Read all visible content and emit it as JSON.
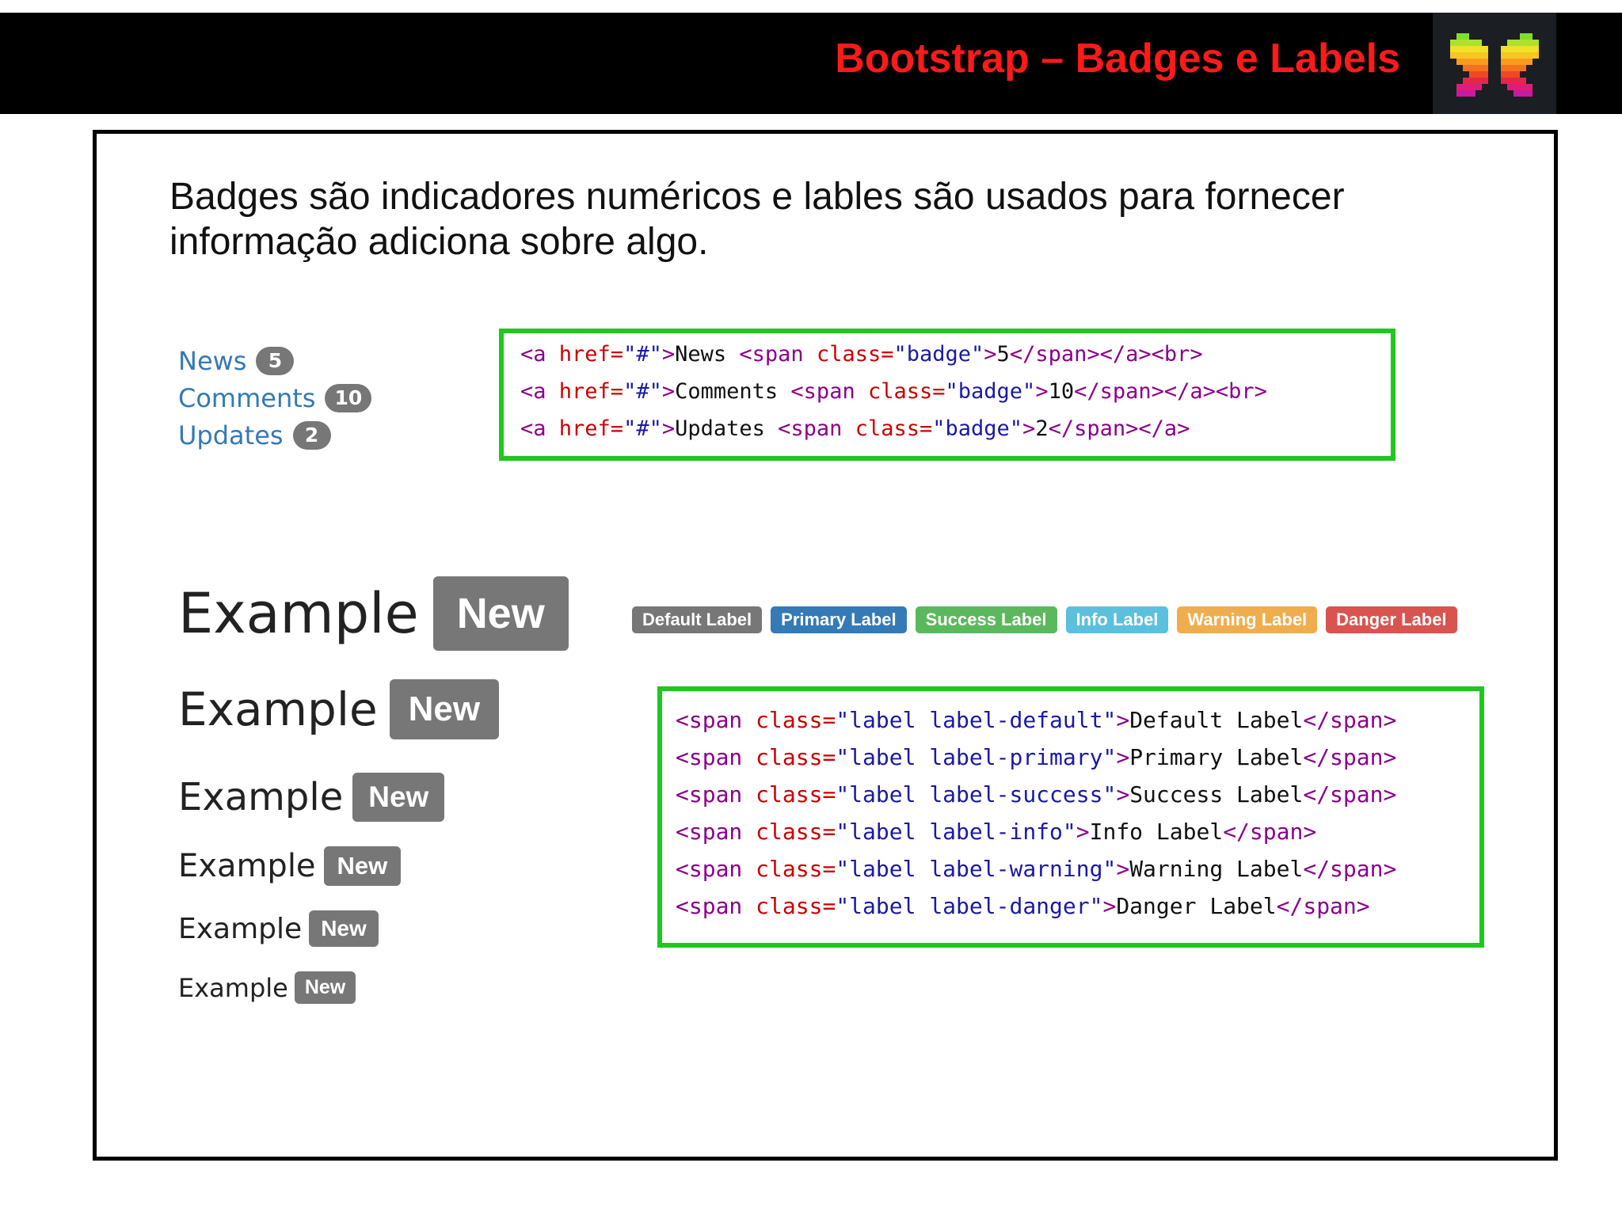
{
  "header": {
    "title": "Bootstrap – Badges e Labels",
    "logo_icon": "butterfly-logo-icon"
  },
  "intro": {
    "line1": "Badges são indicadores numéricos e lables são usados para fornecer",
    "line2": "informação adiciona sobre algo."
  },
  "badges_demo": [
    {
      "label": "News",
      "count": "5"
    },
    {
      "label": "Comments",
      "count": "10"
    },
    {
      "label": "Updates",
      "count": "2"
    }
  ],
  "badge_code": {
    "lines": [
      [
        {
          "t": "tag",
          "v": "<a "
        },
        {
          "t": "attr",
          "v": "href="
        },
        {
          "t": "val",
          "v": "\"#\""
        },
        {
          "t": "tag",
          "v": ">"
        },
        {
          "t": "text",
          "v": "News "
        },
        {
          "t": "tag",
          "v": "<span "
        },
        {
          "t": "attr",
          "v": "class="
        },
        {
          "t": "val",
          "v": "\"badge\""
        },
        {
          "t": "tag",
          "v": ">"
        },
        {
          "t": "text",
          "v": "5"
        },
        {
          "t": "tag",
          "v": "</span></a><br>"
        }
      ],
      [
        {
          "t": "tag",
          "v": "<a "
        },
        {
          "t": "attr",
          "v": "href="
        },
        {
          "t": "val",
          "v": "\"#\""
        },
        {
          "t": "tag",
          "v": ">"
        },
        {
          "t": "text",
          "v": "Comments "
        },
        {
          "t": "tag",
          "v": "<span "
        },
        {
          "t": "attr",
          "v": "class="
        },
        {
          "t": "val",
          "v": "\"badge\""
        },
        {
          "t": "tag",
          "v": ">"
        },
        {
          "t": "text",
          "v": "10"
        },
        {
          "t": "tag",
          "v": "</span></a><br>"
        }
      ],
      [
        {
          "t": "tag",
          "v": "<a "
        },
        {
          "t": "attr",
          "v": "href="
        },
        {
          "t": "val",
          "v": "\"#\""
        },
        {
          "t": "tag",
          "v": ">"
        },
        {
          "t": "text",
          "v": "Updates "
        },
        {
          "t": "tag",
          "v": "<span "
        },
        {
          "t": "attr",
          "v": "class="
        },
        {
          "t": "val",
          "v": "\"badge\""
        },
        {
          "t": "tag",
          "v": ">"
        },
        {
          "t": "text",
          "v": "2"
        },
        {
          "t": "tag",
          "v": "</span></a>"
        }
      ]
    ]
  },
  "heading_examples": [
    {
      "word": "Example",
      "label": "New"
    },
    {
      "word": "Example",
      "label": "New"
    },
    {
      "word": "Example",
      "label": "New"
    },
    {
      "word": "Example",
      "label": "New"
    },
    {
      "word": "Example",
      "label": "New"
    },
    {
      "word": "Example",
      "label": "New"
    }
  ],
  "label_strip": [
    {
      "text": "Default Label",
      "color": "#777777"
    },
    {
      "text": "Primary Label",
      "color": "#337ab7"
    },
    {
      "text": "Success Label",
      "color": "#5cb85c"
    },
    {
      "text": "Info Label",
      "color": "#5bc0de"
    },
    {
      "text": "Warning Label",
      "color": "#f0ad4e"
    },
    {
      "text": "Danger Label",
      "color": "#d9534f"
    }
  ],
  "label_code": {
    "lines": [
      [
        {
          "t": "tag",
          "v": "<span "
        },
        {
          "t": "attr",
          "v": "class="
        },
        {
          "t": "val",
          "v": "\"label label-default\""
        },
        {
          "t": "tag",
          "v": ">"
        },
        {
          "t": "text",
          "v": "Default Label"
        },
        {
          "t": "tag",
          "v": "</span>"
        }
      ],
      [
        {
          "t": "tag",
          "v": "<span "
        },
        {
          "t": "attr",
          "v": "class="
        },
        {
          "t": "val",
          "v": "\"label label-primary\""
        },
        {
          "t": "tag",
          "v": ">"
        },
        {
          "t": "text",
          "v": "Primary Label"
        },
        {
          "t": "tag",
          "v": "</span>"
        }
      ],
      [
        {
          "t": "tag",
          "v": "<span "
        },
        {
          "t": "attr",
          "v": "class="
        },
        {
          "t": "val",
          "v": "\"label label-success\""
        },
        {
          "t": "tag",
          "v": ">"
        },
        {
          "t": "text",
          "v": "Success Label"
        },
        {
          "t": "tag",
          "v": "</span>"
        }
      ],
      [
        {
          "t": "tag",
          "v": "<span "
        },
        {
          "t": "attr",
          "v": "class="
        },
        {
          "t": "val",
          "v": "\"label label-info\""
        },
        {
          "t": "tag",
          "v": ">"
        },
        {
          "t": "text",
          "v": "Info Label"
        },
        {
          "t": "tag",
          "v": "</span>"
        }
      ],
      [
        {
          "t": "tag",
          "v": "<span "
        },
        {
          "t": "attr",
          "v": "class="
        },
        {
          "t": "val",
          "v": "\"label label-warning\""
        },
        {
          "t": "tag",
          "v": ">"
        },
        {
          "t": "text",
          "v": "Warning Label"
        },
        {
          "t": "tag",
          "v": "</span>"
        }
      ],
      [
        {
          "t": "tag",
          "v": "<span "
        },
        {
          "t": "attr",
          "v": "class="
        },
        {
          "t": "val",
          "v": "\"label label-danger\""
        },
        {
          "t": "tag",
          "v": ">"
        },
        {
          "t": "text",
          "v": "Danger Label"
        },
        {
          "t": "tag",
          "v": "</span>"
        }
      ]
    ]
  },
  "colors": {
    "header_bg": "#000000",
    "title_red": "#ff1a1a",
    "code_border_green": "#1ec81e",
    "link_blue": "#337ab7",
    "badge_gray": "#777777"
  }
}
